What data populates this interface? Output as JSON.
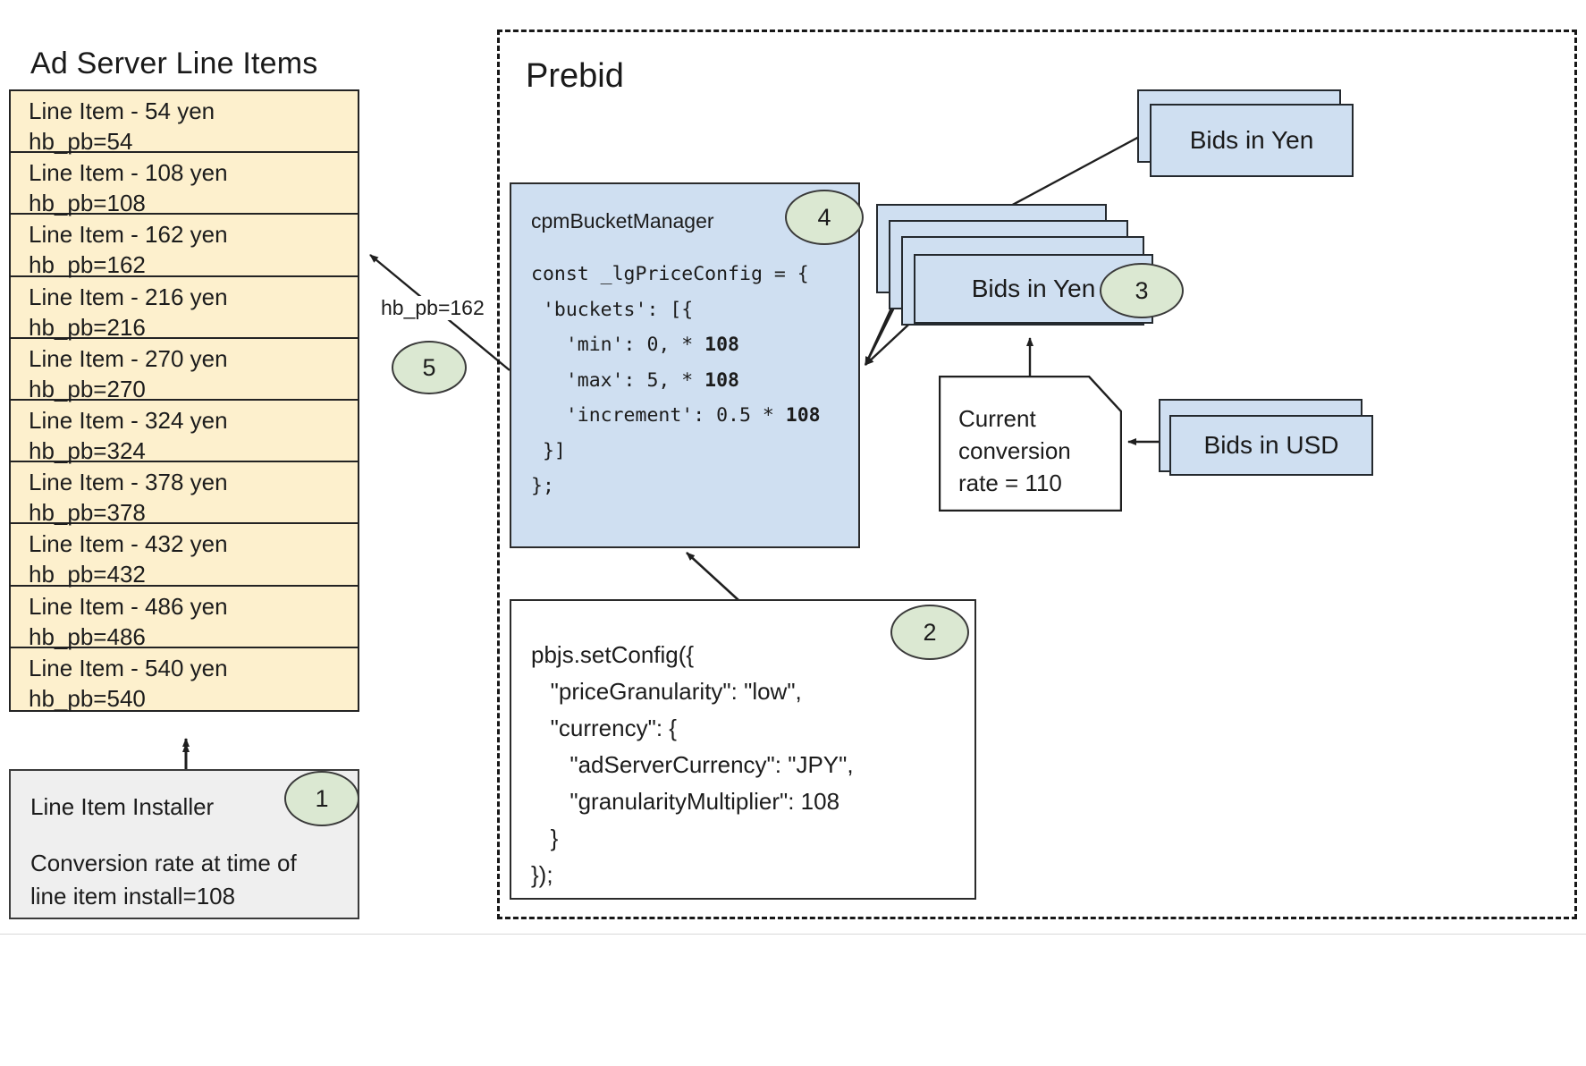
{
  "diagram": {
    "left_panel": {
      "title": "Ad Server Line Items",
      "line_items": [
        {
          "name": "Line Item - 54 yen",
          "key": "hb_pb=54"
        },
        {
          "name": "Line Item - 108 yen",
          "key": "hb_pb=108"
        },
        {
          "name": "Line Item - 162 yen",
          "key": "hb_pb=162"
        },
        {
          "name": "Line Item - 216 yen",
          "key": "hb_pb=216"
        },
        {
          "name": "Line Item - 270 yen",
          "key": "hb_pb=270"
        },
        {
          "name": "Line Item - 324 yen",
          "key": "hb_pb=324"
        },
        {
          "name": "Line Item - 378 yen",
          "key": "hb_pb=378"
        },
        {
          "name": "Line Item - 432 yen",
          "key": "hb_pb=432"
        },
        {
          "name": "Line Item - 486 yen",
          "key": "hb_pb=486"
        },
        {
          "name": "Line Item - 540 yen",
          "key": "hb_pb=540"
        }
      ],
      "installer": {
        "title": "Line Item Installer",
        "note_line1": "Conversion rate at time of",
        "note_line2": "line item install=108",
        "badge": "1"
      }
    },
    "prebid": {
      "title": "Prebid",
      "cpm_panel": {
        "title": "cpmBucketManager",
        "badge": "4",
        "code": "const _lgPriceConfig = {\n 'buckets': [{\n   'min': 0, * <b>108</b>\n   'max': 5, * <b>108</b>\n   'increment': 0.5 * <b>108</b>\n }]\n};"
      },
      "setconfig_panel": {
        "badge": "2",
        "code": "pbjs.setConfig({\n   \"priceGranularity\": \"low\",\n   \"currency\": {\n      \"adServerCurrency\": \"JPY\",\n      \"granularityMultiplier\": 108\n   }\n});"
      },
      "bids_in_yen_top": {
        "label": "Bids in Yen"
      },
      "bids_in_yen_stack": {
        "label": "Bids in Yen",
        "badge": "3"
      },
      "bids_in_usd": {
        "label": "Bids in USD"
      },
      "conversion_note": {
        "line1": "Current",
        "line2": "conversion",
        "line3": "rate = 110"
      }
    },
    "edges": {
      "hb_pb_label": "hb_pb=162",
      "hb_pb_badge": "5"
    },
    "colors": {
      "line_item_fill": "#fdf0cd",
      "bid_box_fill": "#cfdff1",
      "badge_fill": "#dbe8d2",
      "installer_fill": "#efefef",
      "stroke": "#232323"
    }
  }
}
